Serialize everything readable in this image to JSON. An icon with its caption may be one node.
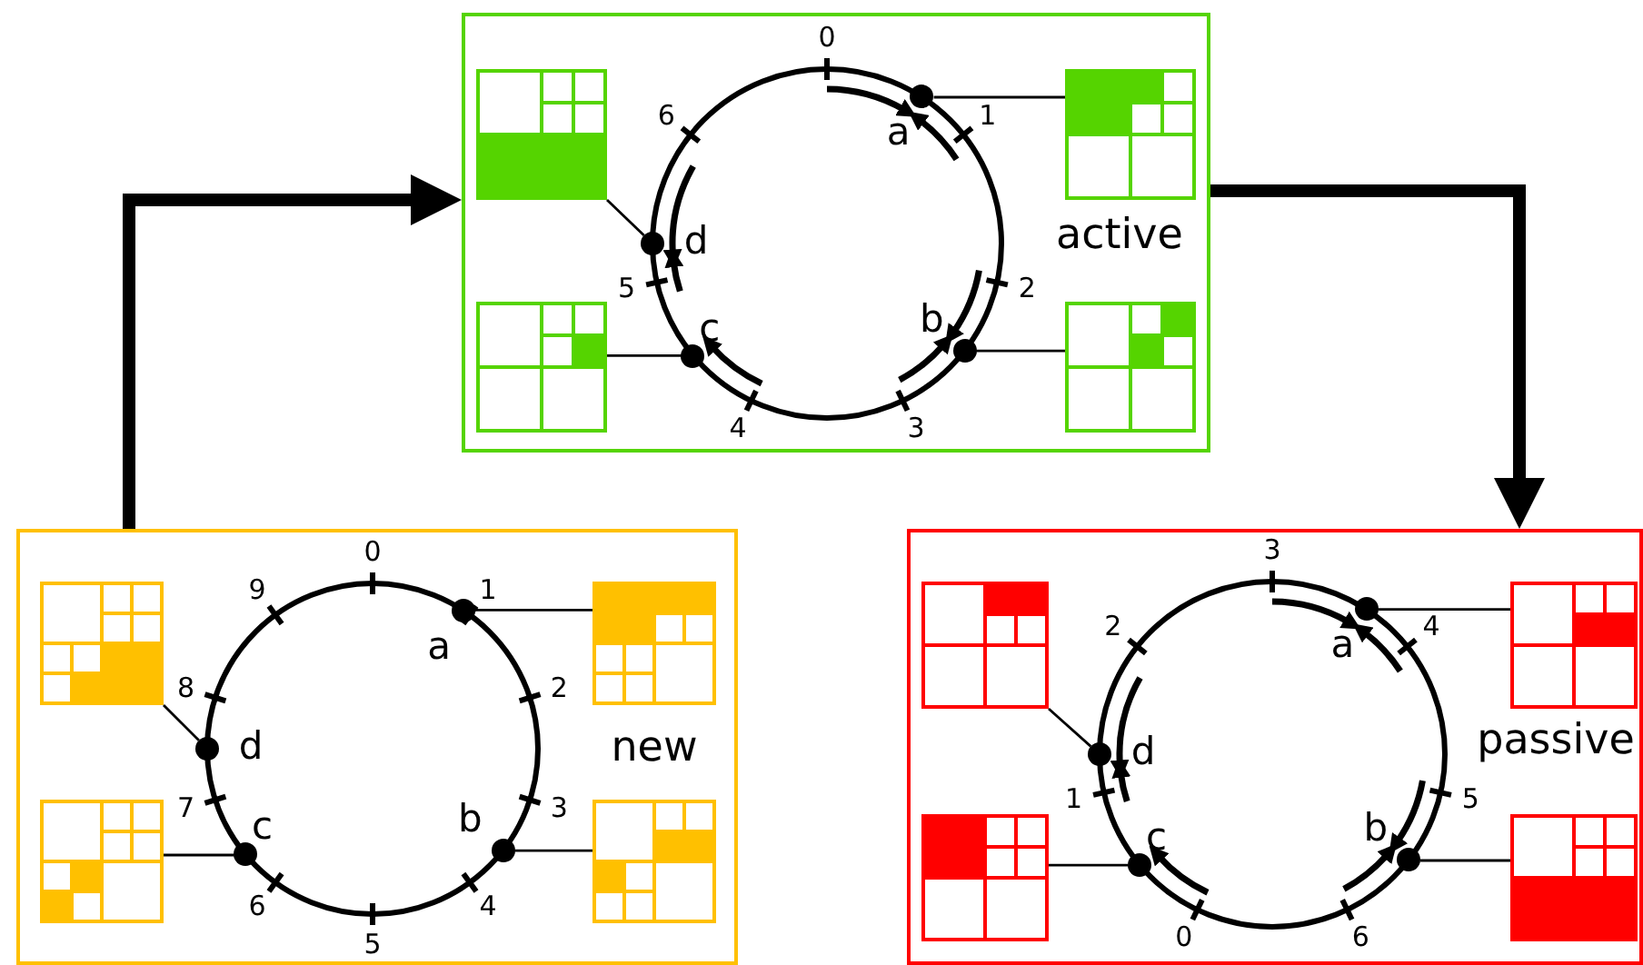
{
  "diagram": {
    "nodes": [
      {
        "text": [
          "active"
        ]
      },
      {
        "text": [],
        "shape": "circle",
        "in": 0,
        "beside": [
          "a"
        ]
      },
      {
        "text": [],
        "shape": "circle",
        "in": 0,
        "beside": [
          "b"
        ]
      },
      {
        "text": [],
        "shape": "circle",
        "in": 0,
        "beside": [
          "c"
        ]
      },
      {
        "text": [],
        "shape": "circle",
        "in": 0,
        "beside": [
          "d"
        ]
      },
      {
        "text": [],
        "shape": "picture",
        "in": 0
      },
      {
        "text": [],
        "shape": "picture",
        "in": 0
      },
      {
        "text": [],
        "shape": "picture",
        "in": 0
      },
      {
        "text": [],
        "shape": "picture",
        "in": 0
      },
      {
        "text": [
          "new"
        ]
      },
      {
        "text": [],
        "shape": "circle",
        "in": 9,
        "beside": [
          "a"
        ]
      },
      {
        "text": [],
        "shape": "circle",
        "in": 9,
        "beside": [
          "b"
        ]
      },
      {
        "text": [],
        "shape": "circle",
        "in": 9,
        "beside": [
          "c"
        ]
      },
      {
        "text": [],
        "shape": "circle",
        "in": 9,
        "beside": [
          "d"
        ]
      },
      {
        "text": [],
        "shape": "picture",
        "in": 9
      },
      {
        "text": [],
        "shape": "picture",
        "in": 9
      },
      {
        "text": [],
        "shape": "picture",
        "in": 9
      },
      {
        "text": [],
        "shape": "picture",
        "in": 9
      },
      {
        "text": [
          "passive"
        ]
      },
      {
        "text": [],
        "shape": "circle",
        "in": 18,
        "beside": [
          "a"
        ]
      },
      {
        "text": [],
        "shape": "circle",
        "in": 18,
        "beside": [
          "b"
        ]
      },
      {
        "text": [],
        "shape": "circle",
        "in": 18,
        "beside": [
          "c"
        ]
      },
      {
        "text": [],
        "shape": "circle",
        "in": 18,
        "beside": [
          "d"
        ]
      },
      {
        "text": [],
        "shape": "picture",
        "in": 18
      },
      {
        "text": [],
        "shape": "picture",
        "in": 18
      },
      {
        "text": [],
        "shape": "picture",
        "in": 18
      },
      {
        "text": [],
        "shape": "picture",
        "in": 18
      }
    ],
    "edges": [
      {
        "from": 1,
        "to": 5,
        "arrow": "none"
      },
      {
        "from": 2,
        "to": 6,
        "arrow": "none"
      },
      {
        "from": 3,
        "to": 7,
        "arrow": "none"
      },
      {
        "from": 4,
        "to": 8,
        "arrow": "none"
      },
      {
        "from": 10,
        "to": 14,
        "arrow": "none"
      },
      {
        "from": 11,
        "to": 15,
        "arrow": "none"
      },
      {
        "from": 12,
        "to": 16,
        "arrow": "none"
      },
      {
        "from": 13,
        "to": 17,
        "arrow": "none"
      },
      {
        "from": 19,
        "to": 23,
        "arrow": "none"
      },
      {
        "from": 20,
        "to": 24,
        "arrow": "none"
      },
      {
        "from": 21,
        "to": 25,
        "arrow": "none"
      },
      {
        "from": 22,
        "to": 26,
        "arrow": "none"
      },
      {
        "from": 9,
        "to": 0,
        "arrow": "to",
        "style": "thick"
      },
      {
        "from": 0,
        "to": 18,
        "arrow": "to",
        "style": "thick"
      }
    ],
    "labels": [
      "0",
      "1",
      "2",
      "3",
      "4",
      "5",
      "6",
      "0",
      "1",
      "2",
      "3",
      "4",
      "5",
      "6",
      "7",
      "8",
      "9",
      "3",
      "4",
      "5",
      "6",
      "0",
      "1",
      "2"
    ]
  }
}
